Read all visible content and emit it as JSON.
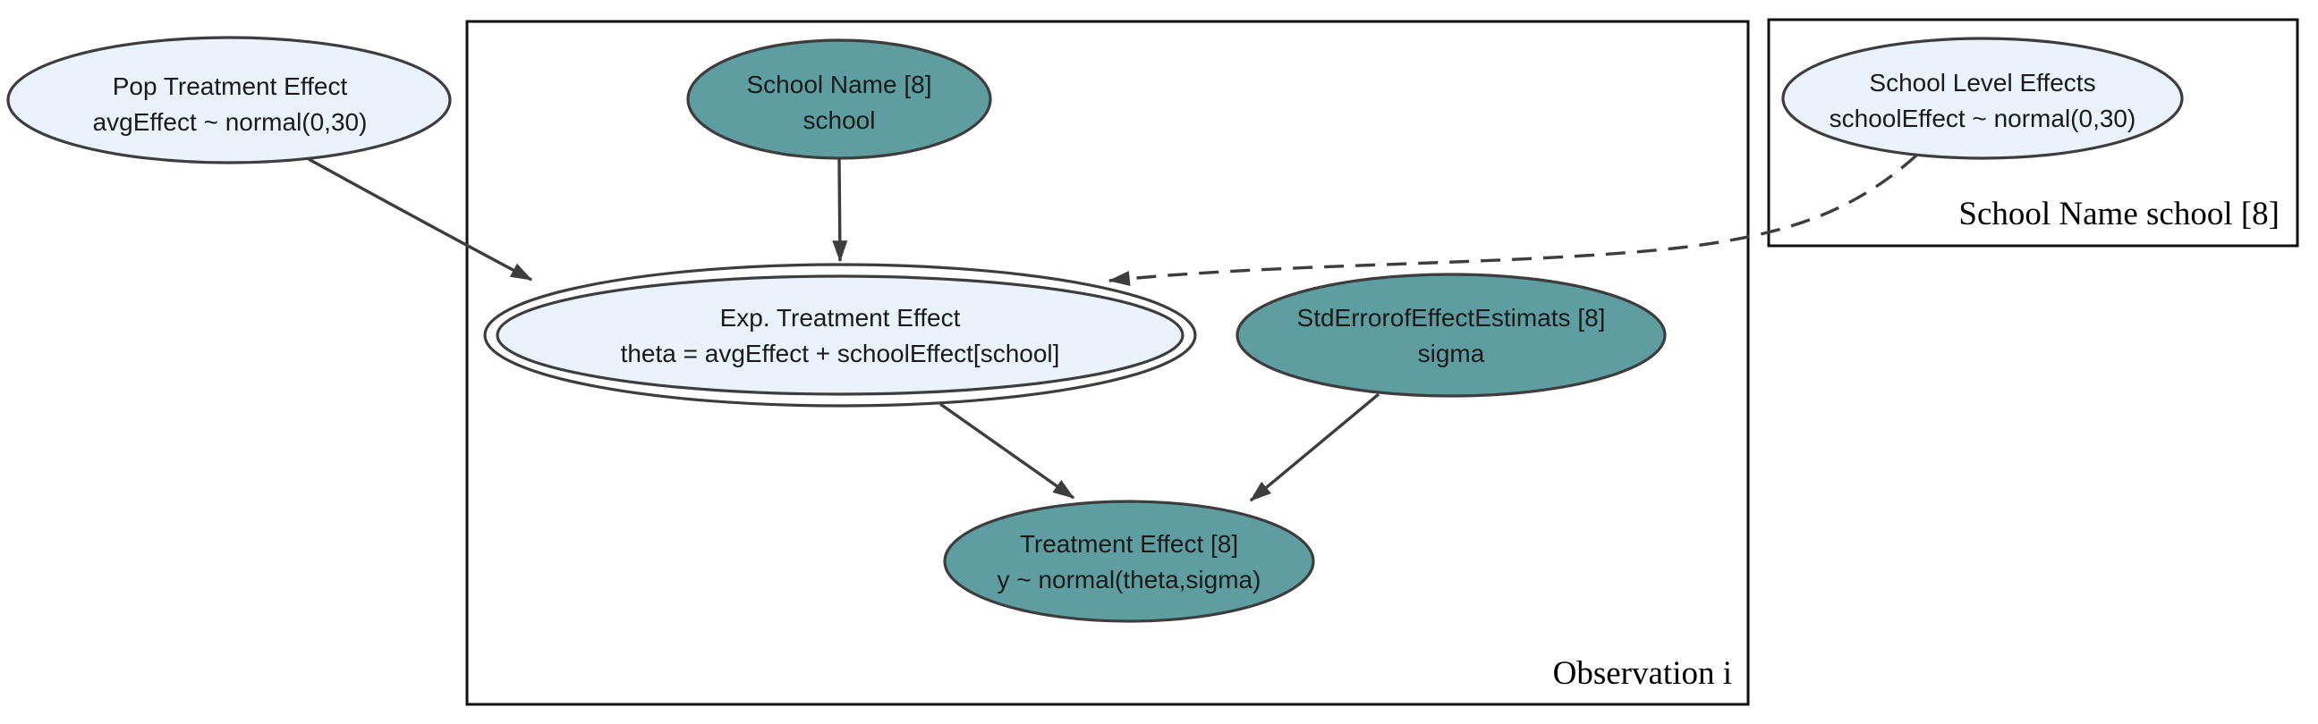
{
  "colors": {
    "background": "#ffffff",
    "node_fill_light": "#eaf2fc",
    "node_fill_teal": "#5e9ea1",
    "node_border": "#3d3d3d",
    "plate_border": "#111111",
    "edge": "#3d3d3d",
    "text": "#1a1a1a"
  },
  "plates": {
    "observation": {
      "label": "Observation i"
    },
    "school": {
      "label": "School Name school [8]"
    }
  },
  "nodes": {
    "pop_treatment_effect": {
      "title": "Pop Treatment Effect",
      "formula": "avgEffect ~ normal(0,30)",
      "fill": "light",
      "plate": null
    },
    "school_name": {
      "title": "School Name [8]",
      "formula": "school",
      "fill": "teal",
      "plate": "observation"
    },
    "school_level_effects": {
      "title": "School Level Effects",
      "formula": "schoolEffect ~ normal(0,30)",
      "fill": "light",
      "plate": "school"
    },
    "exp_treatment_effect": {
      "title": "Exp. Treatment Effect",
      "formula": "theta = avgEffect + schoolEffect[school]",
      "fill": "light",
      "double_border": true,
      "plate": "observation"
    },
    "std_error_of_effect_estimates": {
      "title": "StdErrorofEffectEstimats [8]",
      "formula": "sigma",
      "fill": "teal",
      "plate": "observation"
    },
    "treatment_effect": {
      "title": "Treatment Effect [8]",
      "formula": "y ~ normal(theta,sigma)",
      "fill": "teal",
      "plate": "observation"
    }
  },
  "edges": [
    {
      "from": "pop_treatment_effect",
      "to": "exp_treatment_effect",
      "style": "solid"
    },
    {
      "from": "school_name",
      "to": "exp_treatment_effect",
      "style": "solid"
    },
    {
      "from": "school_level_effects",
      "to": "exp_treatment_effect",
      "style": "dashed"
    },
    {
      "from": "exp_treatment_effect",
      "to": "treatment_effect",
      "style": "solid"
    },
    {
      "from": "std_error_of_effect_estimates",
      "to": "treatment_effect",
      "style": "solid"
    }
  ]
}
